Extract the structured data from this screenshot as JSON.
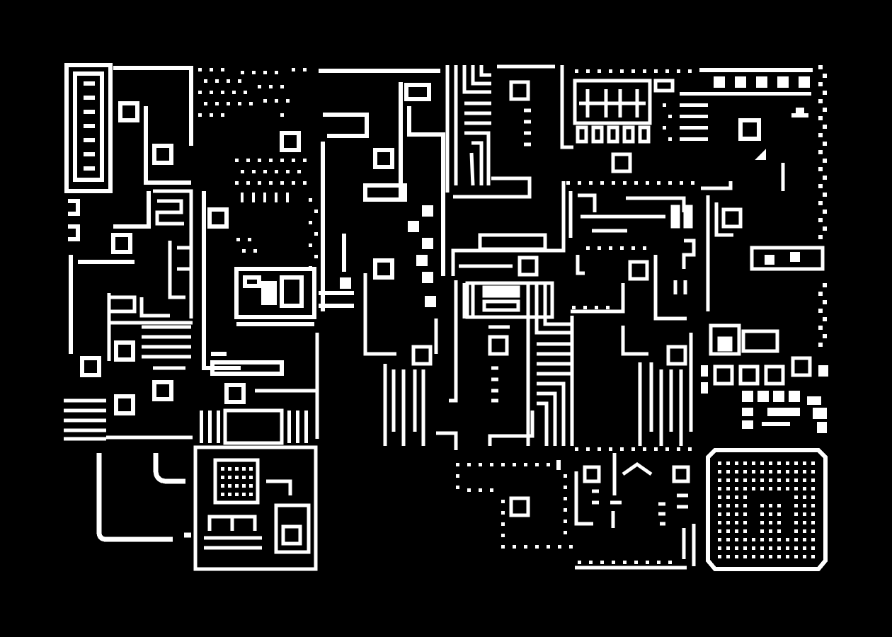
{
  "canvas": {
    "background": "#000000",
    "foreground": "#ffffff",
    "style": "1-bit pixel-art circuit board / machinery pattern",
    "text_content": []
  },
  "regions": [
    {
      "name": "left-column-frame",
      "icon": "vertical-ladder-panel"
    },
    {
      "name": "top-left-dotted-field",
      "icon": "dot-matrix-field"
    },
    {
      "name": "upper-center-pipes",
      "icon": "bent-pipe-bundle"
    },
    {
      "name": "upper-right-window-grid",
      "icon": "window-grid"
    },
    {
      "name": "top-right-block-row",
      "icon": "square-block-row"
    },
    {
      "name": "center-chip-column",
      "icon": "chip-stack"
    },
    {
      "name": "center-lower-traces",
      "icon": "vertical-traces"
    },
    {
      "name": "right-side-tiles",
      "icon": "tile-cluster"
    },
    {
      "name": "bottom-left-loop",
      "icon": "rounded-loop-pipe"
    },
    {
      "name": "bottom-center-console",
      "icon": "console-panel"
    },
    {
      "name": "bottom-mid-dotted-box",
      "icon": "dotted-enclosure"
    },
    {
      "name": "bottom-right-dotted-frame",
      "icon": "dot-matrix-frame"
    }
  ]
}
